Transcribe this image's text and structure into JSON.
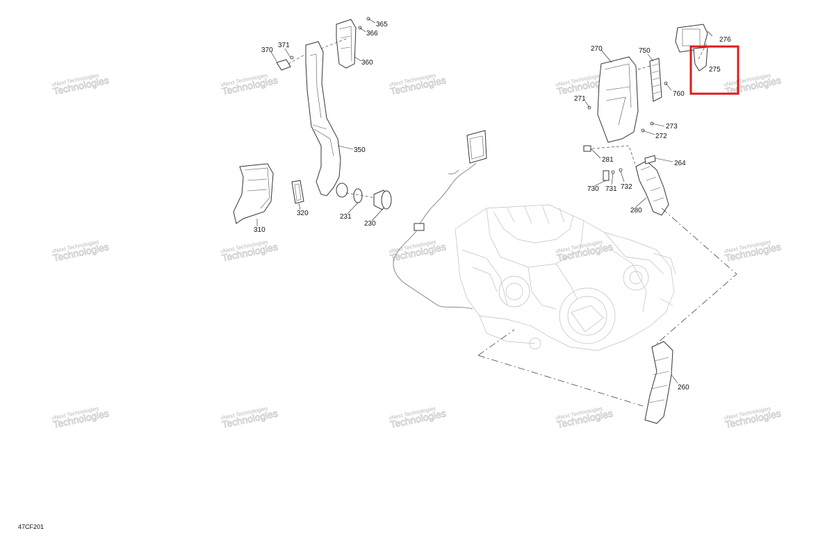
{
  "diagram": {
    "reference_code": "47CF201",
    "highlighted_part": "275",
    "highlight_color": "#e01b1b",
    "watermark": {
      "line1": "vNext Technologies",
      "line2": "Technologies"
    },
    "part_numbers": {
      "p365": "365",
      "p366": "366",
      "p360": "360",
      "p370": "370",
      "p371": "371",
      "p350": "350",
      "p310": "310",
      "p320": "320",
      "p231": "231",
      "p230": "230",
      "p270": "270",
      "p750": "750",
      "p276": "276",
      "p275": "275",
      "p760": "760",
      "p271": "271",
      "p273": "273",
      "p272": "272",
      "p264": "264",
      "p281": "281",
      "p730": "730",
      "p731": "731",
      "p732": "732",
      "p280": "280",
      "p260": "260"
    }
  }
}
